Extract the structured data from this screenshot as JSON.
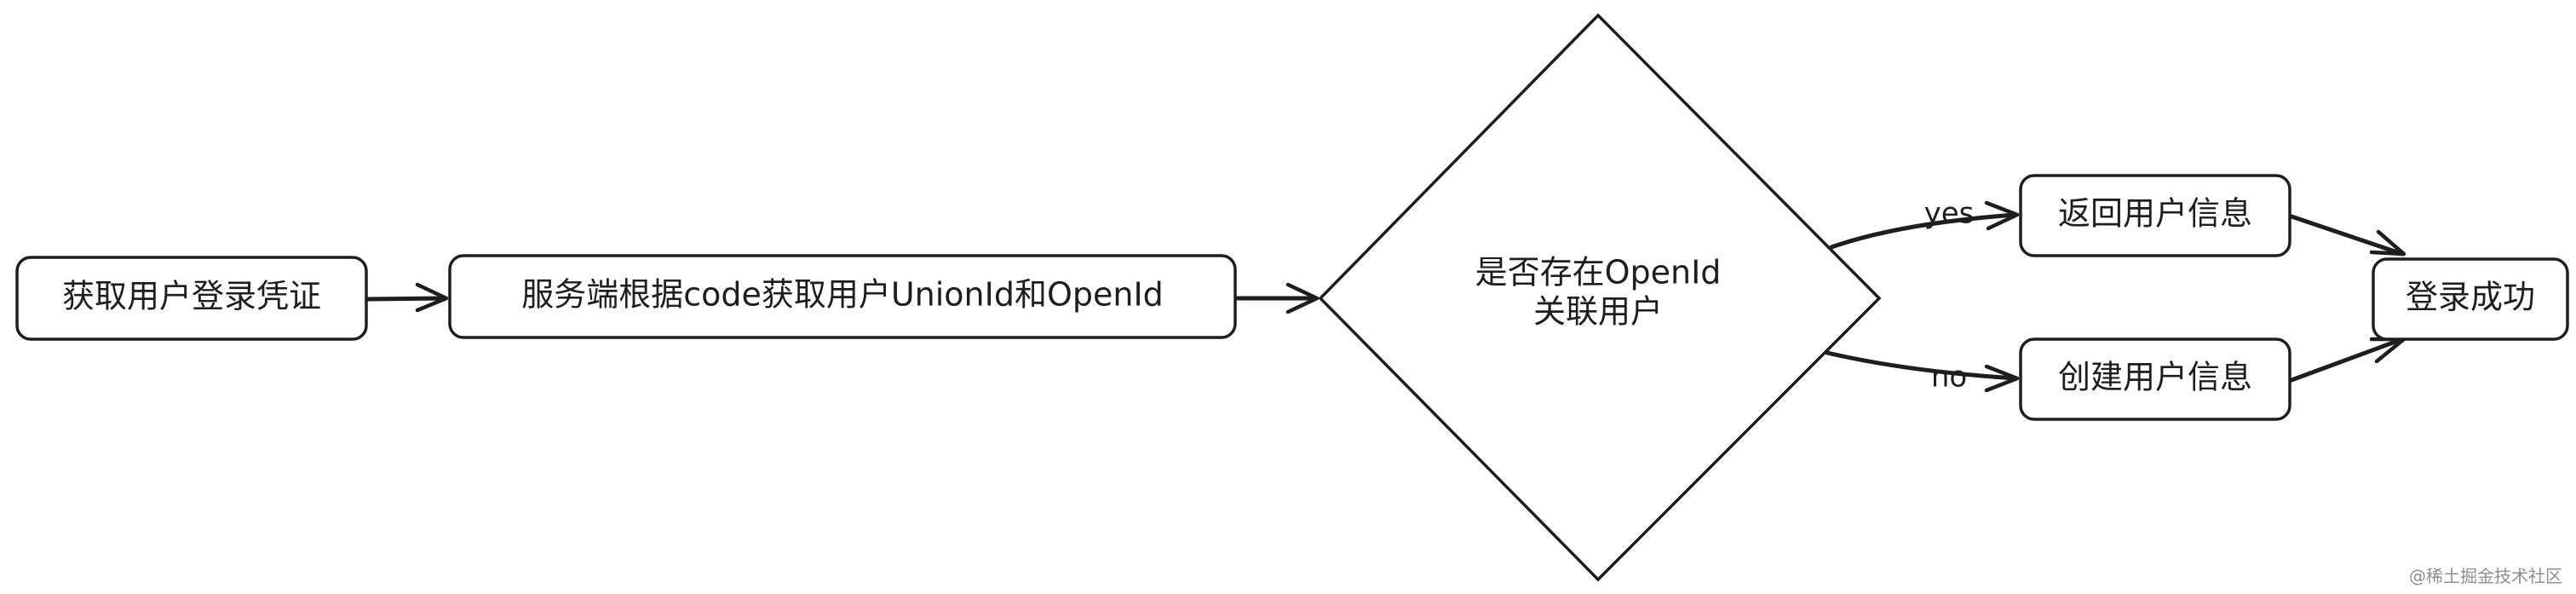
{
  "nodes": {
    "get_credential": "获取用户登录凭证",
    "server_fetch": "服务端根据code获取用户UnionId和OpenId",
    "decision_line1": "是否存在OpenId",
    "decision_line2": "关联用户",
    "return_user": "返回用户信息",
    "create_user": "创建用户信息",
    "login_success": "登录成功"
  },
  "edges": {
    "yes_label": "yes",
    "no_label": "no"
  },
  "watermark": "@稀土掘金技术社区"
}
